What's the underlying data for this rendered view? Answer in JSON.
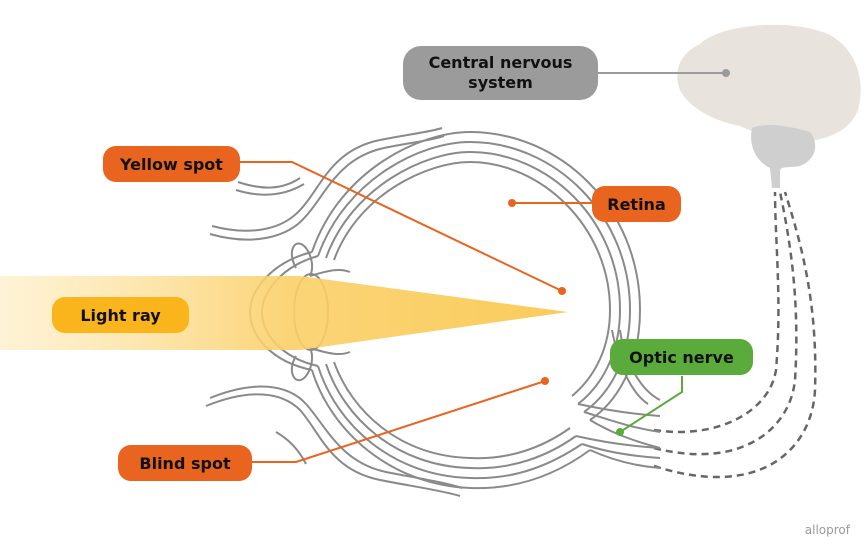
{
  "labels": {
    "central_nervous_system": [
      "Central nervous",
      "system"
    ],
    "yellow_spot": "Yellow spot",
    "retina": "Retina",
    "light_ray": "Light ray",
    "optic_nerve": "Optic nerve",
    "blind_spot": "Blind spot"
  },
  "watermark": "alloprof",
  "colors": {
    "orange": "#e8641f",
    "green": "#5aab3c",
    "yellow": "#f9b51b",
    "grey": "#9b9b9b",
    "brain": "#e8e3dd",
    "brainstem": "#cfcfcf",
    "outline": "#8a8a8a"
  }
}
